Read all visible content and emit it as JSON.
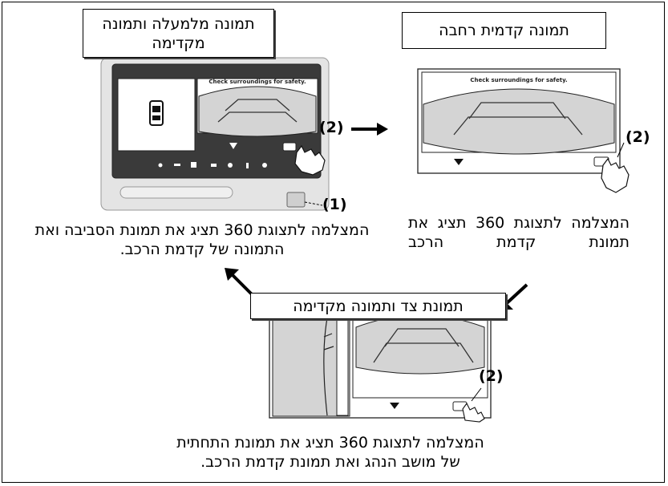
{
  "panels": {
    "top_left": {
      "title": "תמונה מלמעלה ותמונה מקדימה",
      "screen_text": "Check surroundings for safety.",
      "caption": "המצלמה לתצוגת 360 תציג את תמונת הסביבה ואת התמונה של קדמת הרכב."
    },
    "top_right": {
      "title": "תמונה קדמית רחבה",
      "screen_text": "Check surroundings for safety.",
      "caption": "המצלמה לתצוגת 360 תציג את תמונת קדמת הרכב"
    },
    "bottom": {
      "title": "תמונת צד ותמונה מקדימה",
      "caption": "המצלמה לתצוגת 360 תציג את תמונת התחתית של מושב הנהג ואת תמונת קדמת הרכב."
    }
  },
  "steps": {
    "one": "(1)",
    "two_a": "(2)",
    "two_b": "(2)",
    "two_c": "(2)"
  },
  "colors": {
    "line": "#000000",
    "screen_gray": "#d4d4d4",
    "dash_gray": "#e6e6e6",
    "button_gray": "#cfcfcf"
  }
}
